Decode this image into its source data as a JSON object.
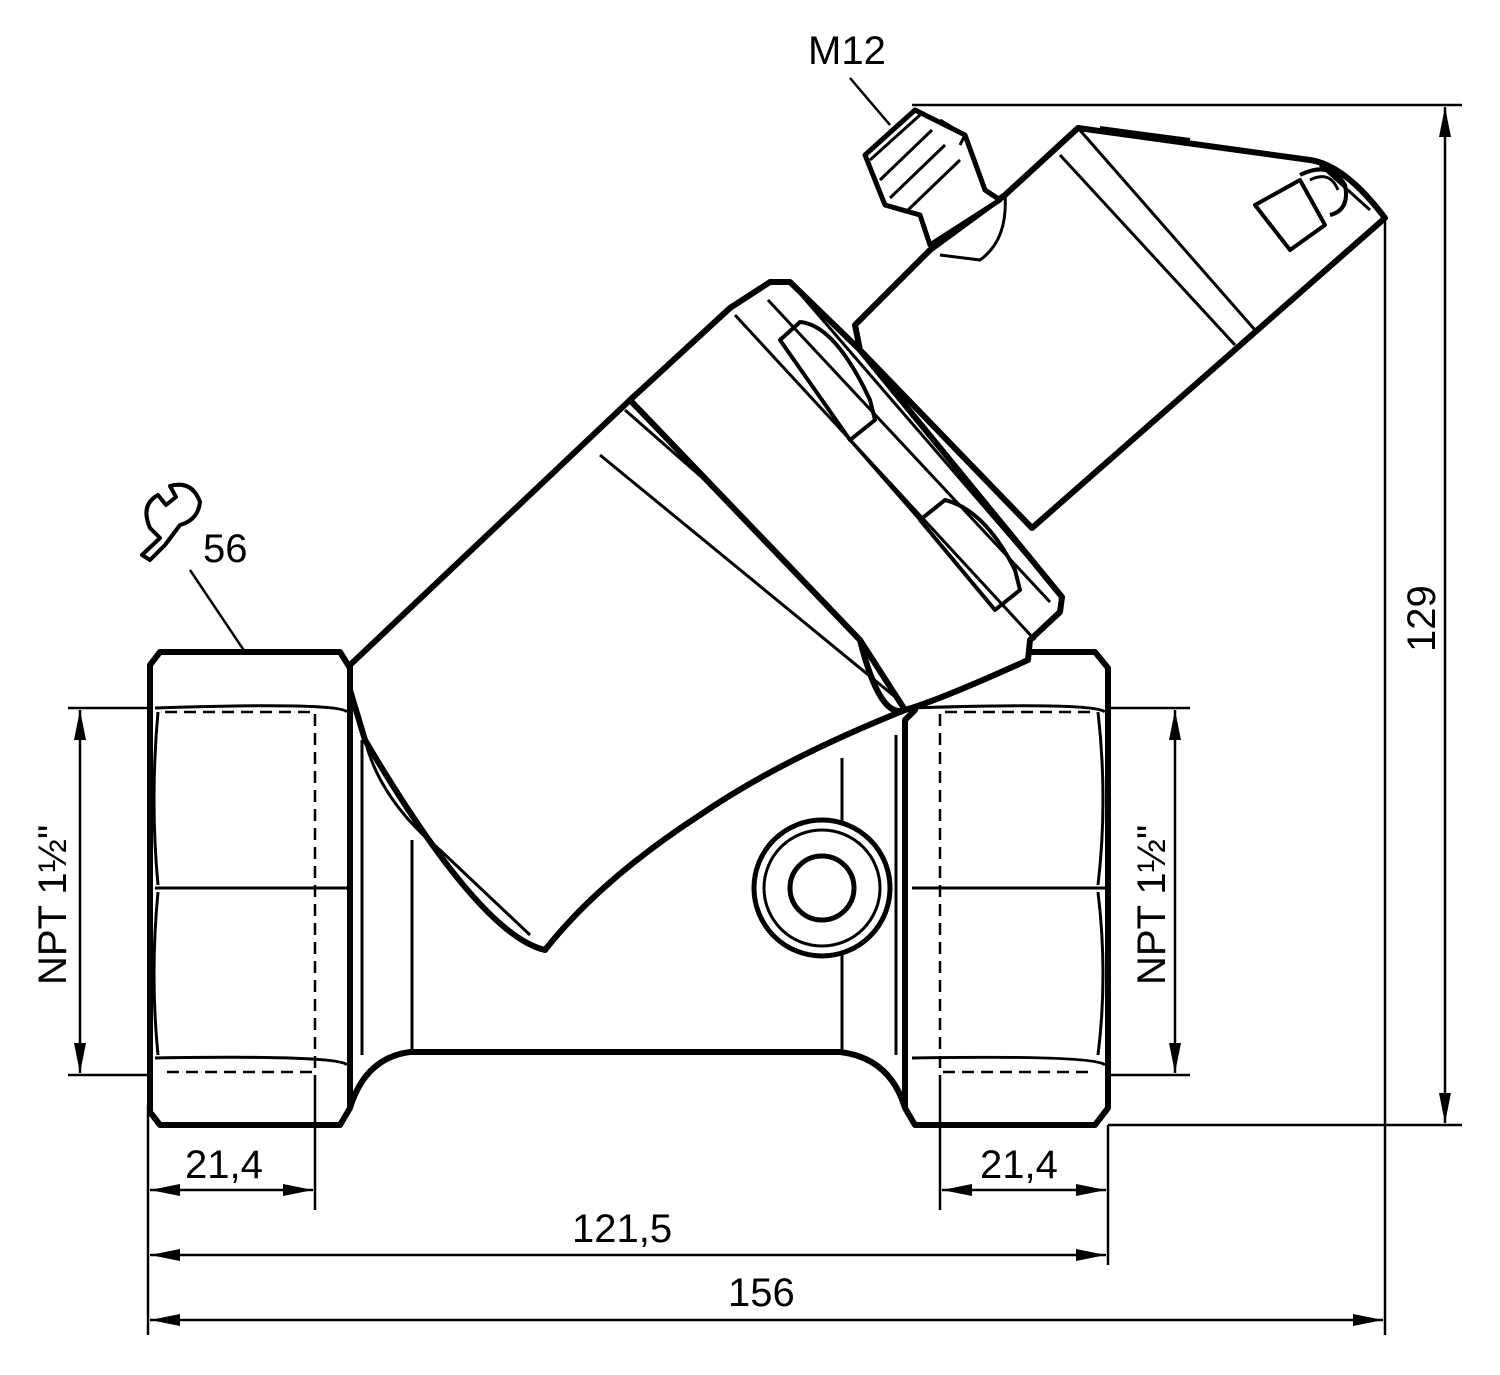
{
  "drawing": {
    "labels": {
      "connector": "M12",
      "wrench_size": "56",
      "thread_left": "NPT 1½\"",
      "thread_right": "NPT 1½\"",
      "thread_depth_left": "21,4",
      "thread_depth_right": "21,4",
      "inner_length": "121,5",
      "overall_length": "156",
      "overall_height": "129"
    },
    "icons": {
      "wrench": "wrench-icon"
    },
    "colors": {
      "line": "#000000",
      "background": "#ffffff"
    }
  }
}
